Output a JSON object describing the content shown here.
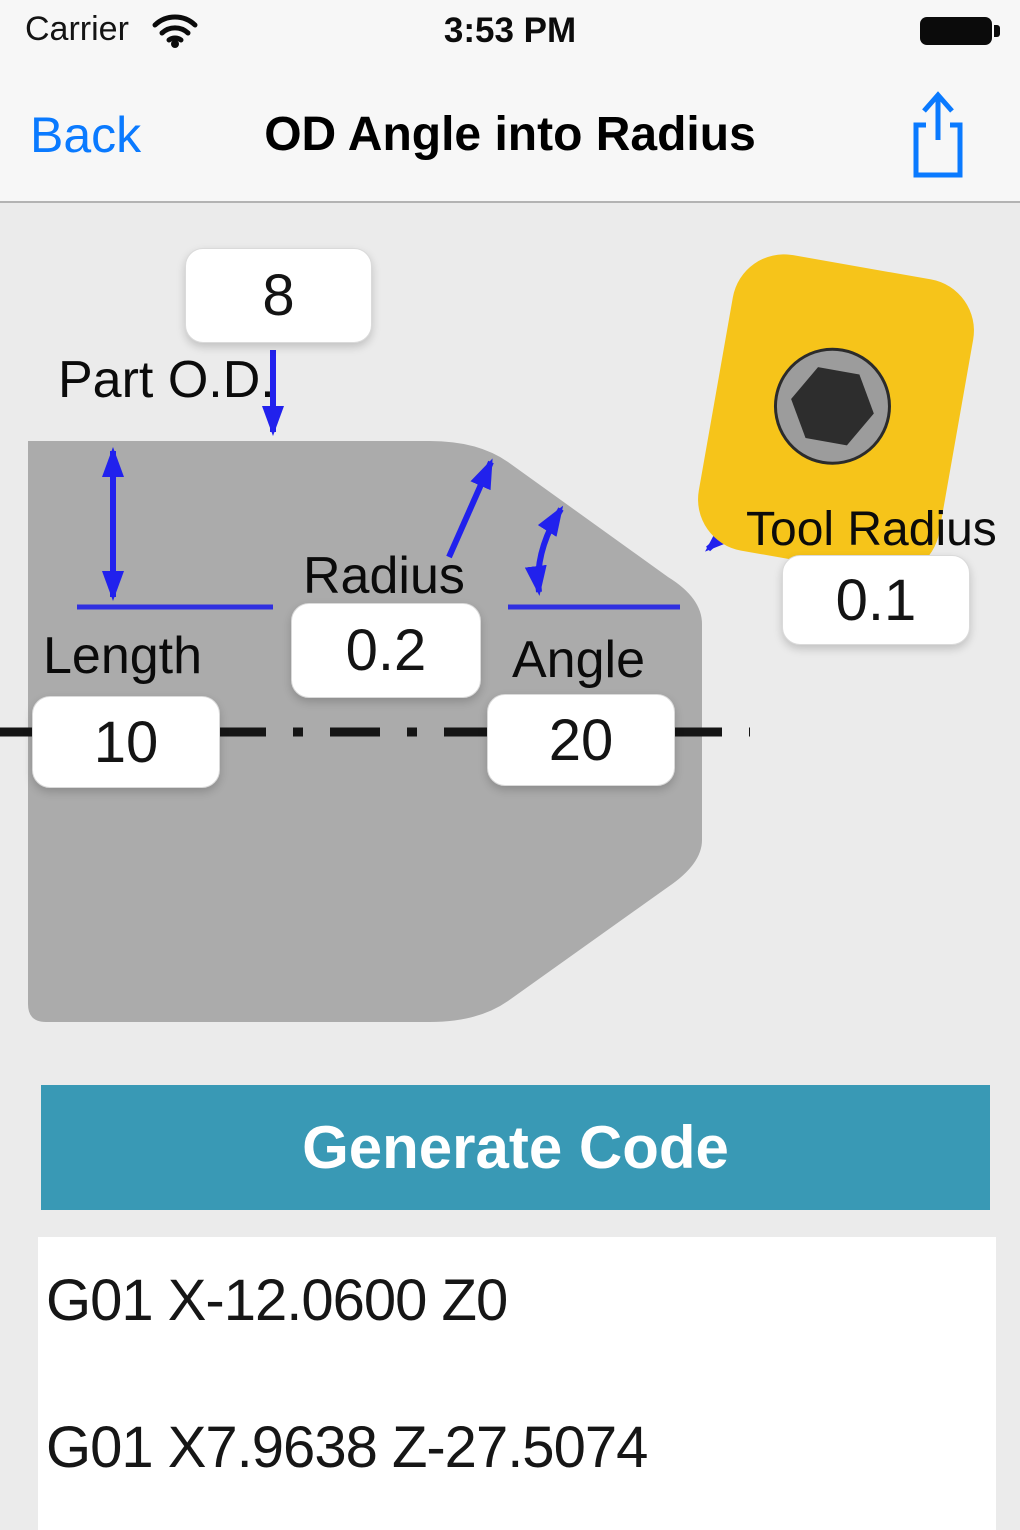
{
  "status_bar": {
    "carrier": "Carrier",
    "time": "3:53 PM"
  },
  "nav_bar": {
    "back_label": "Back",
    "title": "OD Angle into Radius"
  },
  "diagram": {
    "part_od": {
      "label": "Part O.D.",
      "value": "8"
    },
    "length": {
      "label": "Length",
      "value": "10"
    },
    "radius": {
      "label": "Radius",
      "value": "0.2"
    },
    "angle": {
      "label": "Angle",
      "value": "20"
    },
    "tool_radius": {
      "label": "Tool Radius",
      "value": "0.1"
    }
  },
  "generate_button": {
    "label": "Generate Code"
  },
  "gcode_output": {
    "lines": [
      "G01 X-12.0600 Z0",
      "G01 X7.9638 Z-27.5074"
    ]
  },
  "colors": {
    "accent_blue": "#0A7AFF",
    "dimension_blue": "#2121ED",
    "button_teal": "#3999B5",
    "part_gray": "#ABABAB",
    "insert_yellow": "#F6C41A"
  }
}
